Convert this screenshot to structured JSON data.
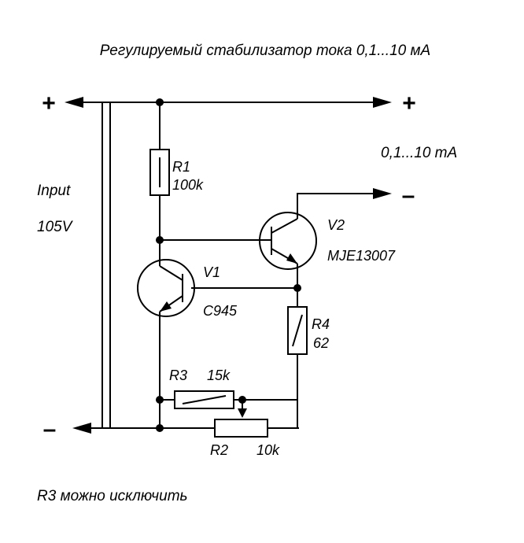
{
  "title": "Регулируемый стабилизатор тока 0,1...10 мА",
  "input": {
    "label": "Input",
    "voltage": "105V"
  },
  "output": {
    "range": "0,1...10 mA"
  },
  "terminals": {
    "plus": "+",
    "minus": "–"
  },
  "components": {
    "r1": {
      "ref": "R1",
      "value": "100k"
    },
    "r2": {
      "ref": "R2",
      "value": "10k"
    },
    "r3": {
      "ref": "R3",
      "value": "15k"
    },
    "r4": {
      "ref": "R4",
      "value": "62"
    },
    "v1": {
      "ref": "V1",
      "part": "C945"
    },
    "v2": {
      "ref": "V2",
      "part": "MJE13007"
    }
  },
  "note": "R3 можно исключить"
}
